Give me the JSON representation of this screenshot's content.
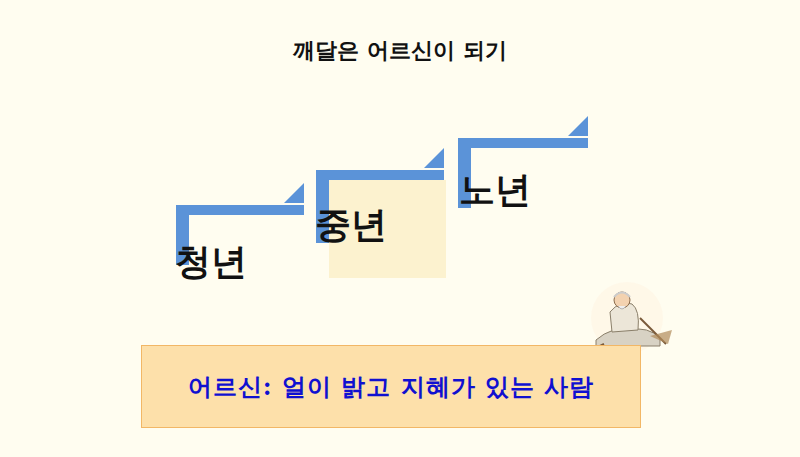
{
  "diagram": {
    "title": "깨달은 어르신이 되기",
    "nodes": [
      {
        "text": [
          "청년"
        ]
      },
      {
        "text": [
          "중년"
        ]
      },
      {
        "text": [
          "노년"
        ]
      },
      {
        "text": [
          "어르신: 얼이 밝고 지혜가 있는 사람"
        ]
      }
    ]
  }
}
